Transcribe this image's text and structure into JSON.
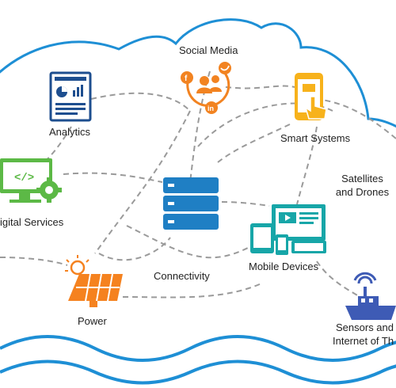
{
  "nodes": {
    "social_media": "Social Media",
    "analytics": "Analytics",
    "smart_systems": "Smart Systems",
    "digital_services": "igital Services",
    "satellites_line1": "Satellites",
    "satellites_line2": "and Drones",
    "connectivity": "Connectivity",
    "mobile_devices": "Mobile Devices",
    "power": "Power",
    "sensors_line1": "Sensors and",
    "sensors_line2": "Internet of Th"
  },
  "icons": {
    "social_media": [
      "facebook-icon",
      "users-icon",
      "twitter-icon",
      "linkedin-icon"
    ],
    "analytics": "report-chart-icon",
    "smart_systems": "smartphone-touch-icon",
    "digital_services": "monitor-code-gear-icon",
    "connectivity": "server-stack-icon",
    "mobile_devices": "devices-icon",
    "power": "solar-panel-icon",
    "sensors": "ship-sensor-icon"
  },
  "colors": {
    "cloud_outline": "#1e8fd5",
    "wave": "#1e8fd5",
    "dash": "#9a9a9a",
    "analytics": "#1d4e8f",
    "social": "#f28321",
    "smart": "#f7b21b",
    "digital": "#5cb946",
    "connect": "#1f7fc4",
    "mobile": "#17a6a8",
    "power": "#f5821f",
    "sensors": "#3e5bb5"
  }
}
